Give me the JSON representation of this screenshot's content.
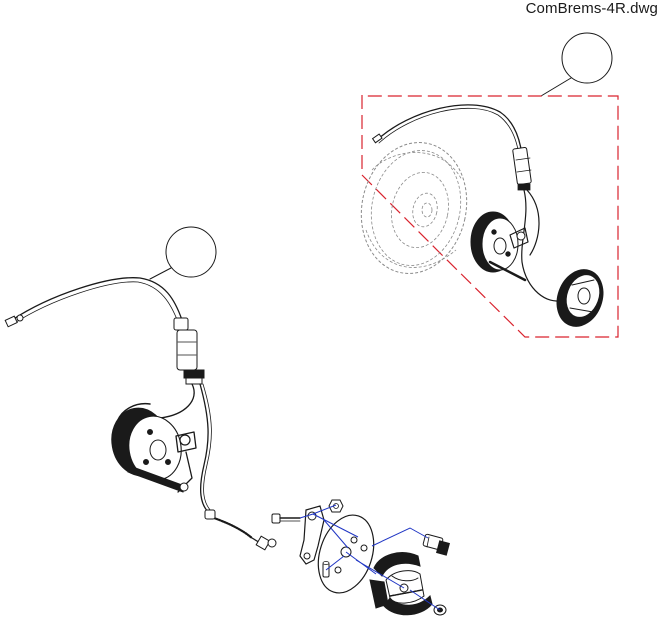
{
  "drawing": {
    "filename": "ComBrems-4R.dwg",
    "colors": {
      "line": "#1a1a1a",
      "detail_frame": "#d9232e",
      "leader": "#1f35c4",
      "tire": "#8a8a8a"
    },
    "icons": [
      "detail-callout-circle",
      "assembly-callout-circle"
    ]
  }
}
